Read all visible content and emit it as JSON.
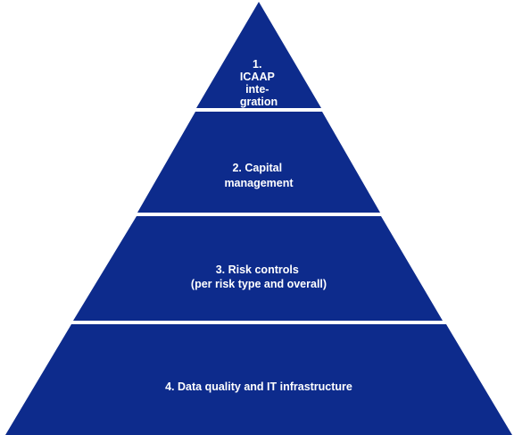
{
  "diagram": {
    "fill_color": "#0d2b8c",
    "background_color": "#ffffff",
    "tiers": [
      {
        "lines": [
          "1.",
          "ICAAP",
          "inte-",
          "gration"
        ]
      },
      {
        "lines": [
          "2. Capital",
          "management"
        ]
      },
      {
        "lines": [
          "3. Risk controls",
          "(per risk type and overall)"
        ]
      },
      {
        "lines": [
          "4. Data quality and IT infrastructure"
        ]
      }
    ]
  }
}
